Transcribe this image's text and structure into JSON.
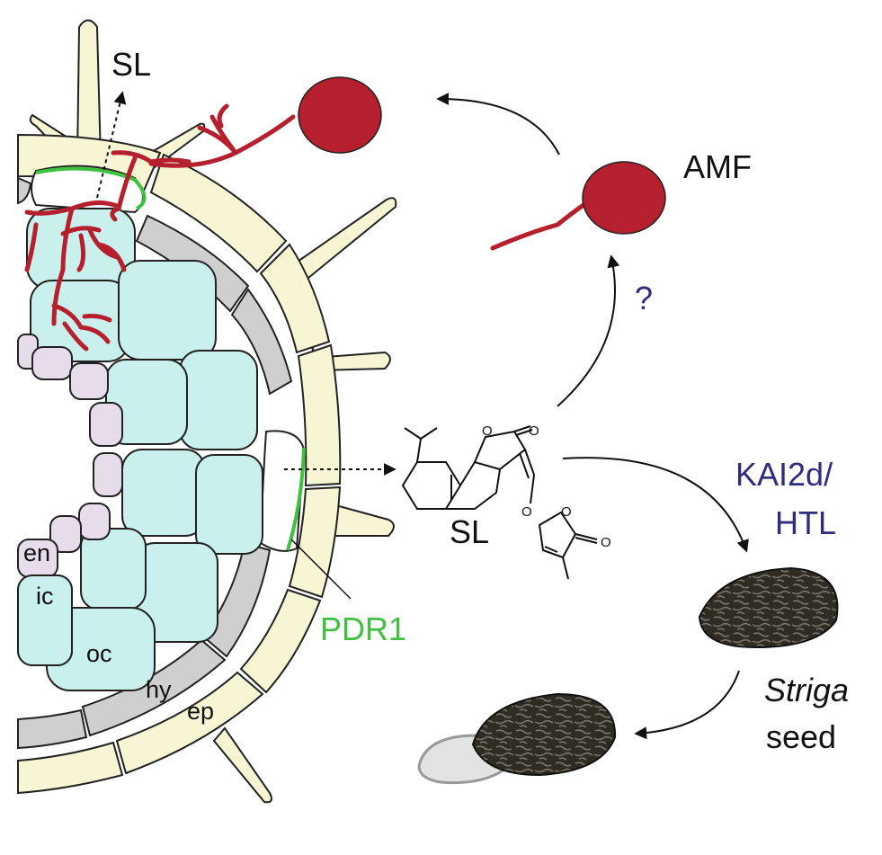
{
  "labels": {
    "sl_top": "SL",
    "amf": "AMF",
    "question": "?",
    "sl_molecule": "SL",
    "kai2d": "KAI2d/",
    "htl": "HTL",
    "pdr1": "PDR1",
    "striga": "Striga",
    "seed": "seed",
    "en": "en",
    "ic": "ic",
    "oc": "oc",
    "hy": "hy",
    "ep": "ep"
  },
  "chemistry": {
    "atom_o": "O"
  },
  "colors": {
    "epidermis": "#f7f5d3",
    "hypodermis": "#cfcfcf",
    "outer_cortex": "#c9f0ec",
    "endodermis": "#e6dcea",
    "fungus": "#b51f2e",
    "pdr1": "#3fc13f",
    "seed": "#2f2c24",
    "germ_tube": "#e3e3e3",
    "question_blue": "#2f2c80"
  }
}
